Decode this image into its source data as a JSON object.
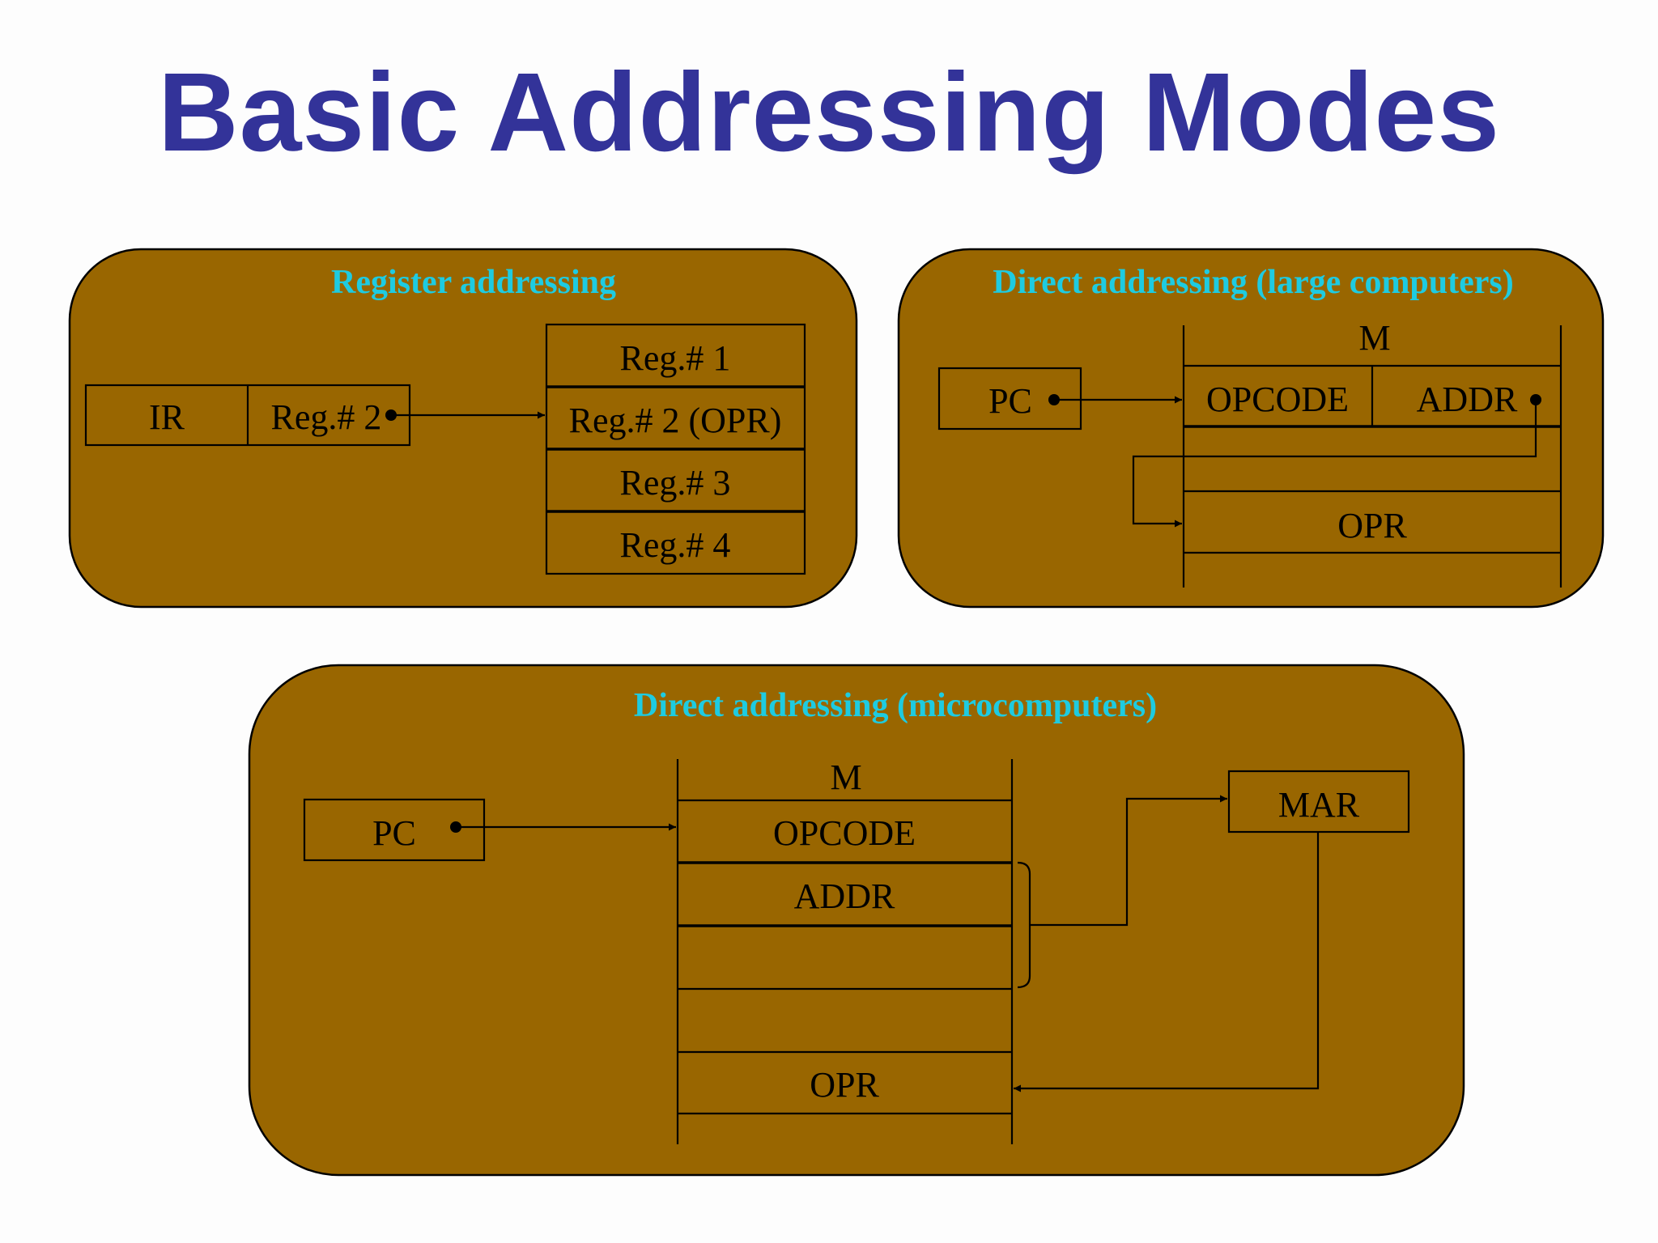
{
  "title": "Basic Addressing Modes",
  "colors": {
    "title": "#333399",
    "panel_fill": "#996600",
    "panel_title": "#1ecbe1",
    "ink": "#000000",
    "background": "#fdfdfd"
  },
  "register_panel": {
    "title": "Register addressing",
    "ir_label": "IR",
    "ir_field": "Reg.# 2",
    "registers": [
      "Reg.# 1",
      "Reg.# 2 (OPR)",
      "Reg.# 3",
      "Reg.# 4"
    ]
  },
  "direct_large_panel": {
    "title": "Direct addressing (large computers)",
    "memory_label": "M",
    "pc_label": "PC",
    "opcode_label": "OPCODE",
    "addr_label": "ADDR",
    "opr_label": "OPR"
  },
  "direct_micro_panel": {
    "title": "Direct addressing (microcomputers)",
    "memory_label": "M",
    "pc_label": "PC",
    "opcode_label": "OPCODE",
    "addr_label": "ADDR",
    "mar_label": "MAR",
    "opr_label": "OPR"
  }
}
